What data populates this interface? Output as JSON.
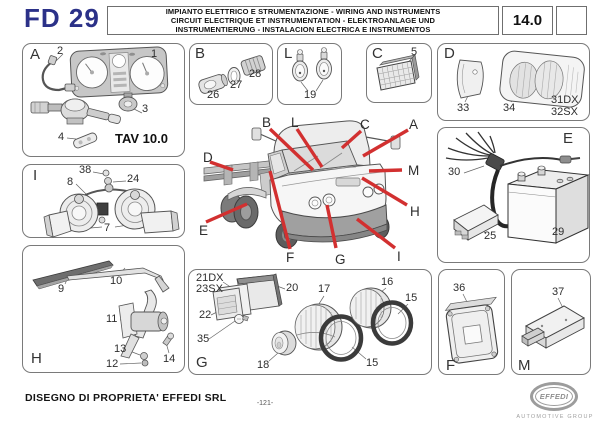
{
  "header": {
    "model": "FD 29",
    "title_line1": "IMPIANTO ELETTRICO E STRUMENTAZIONE - WIRING AND INSTRUMENTS",
    "title_line2": "CIRCUIT ELECTRIQUE ET INSTRUMENTATION - ELEKTROANLAGE UND",
    "title_line3": "INSTRUMENTIERUNG - INSTALACION ELECTRICA E INSTRUMENTOS",
    "section_code": "14.0"
  },
  "panels": {
    "a": {
      "letter": "A",
      "tav_ref": "TAV 10.0",
      "labels": [
        "2",
        "1",
        "3",
        "4"
      ]
    },
    "b": {
      "letter": "B",
      "labels": [
        "26",
        "27",
        "28"
      ]
    },
    "l": {
      "letter": "L",
      "labels": [
        "19"
      ]
    },
    "c": {
      "letter": "C",
      "labels": [
        "5"
      ]
    },
    "d": {
      "letter": "D",
      "labels": [
        "33",
        "34",
        "31DX",
        "32SX"
      ]
    },
    "i": {
      "letter": "I",
      "labels": [
        "38",
        "24",
        "8",
        "7"
      ]
    },
    "e": {
      "letter": "E",
      "labels": [
        "30",
        "25",
        "29"
      ]
    },
    "h": {
      "letter": "H",
      "labels": [
        "9",
        "10",
        "11",
        "13",
        "12",
        "14"
      ]
    },
    "g": {
      "letter": "G",
      "labels": [
        "21DX",
        "23SX",
        "20",
        "22",
        "35",
        "18",
        "17",
        "16",
        "15",
        "15"
      ]
    },
    "f": {
      "letter": "F",
      "labels": [
        "36"
      ]
    },
    "m": {
      "letter": "M",
      "labels": [
        "37"
      ]
    }
  },
  "truck": {
    "callouts": [
      "B",
      "L",
      "C",
      "A",
      "D",
      "M",
      "H",
      "E",
      "F",
      "G",
      "I"
    ]
  },
  "footer": {
    "property_notice": "DISEGNO DI PROPRIETA' EFFEDI SRL",
    "page_number": "-121-",
    "logo_text": "EFFEDI",
    "logo_subtext": "AUTOMOTIVE GROUP"
  },
  "colors": {
    "brand_blue": "#2b3188",
    "callout_red": "#d23030"
  }
}
